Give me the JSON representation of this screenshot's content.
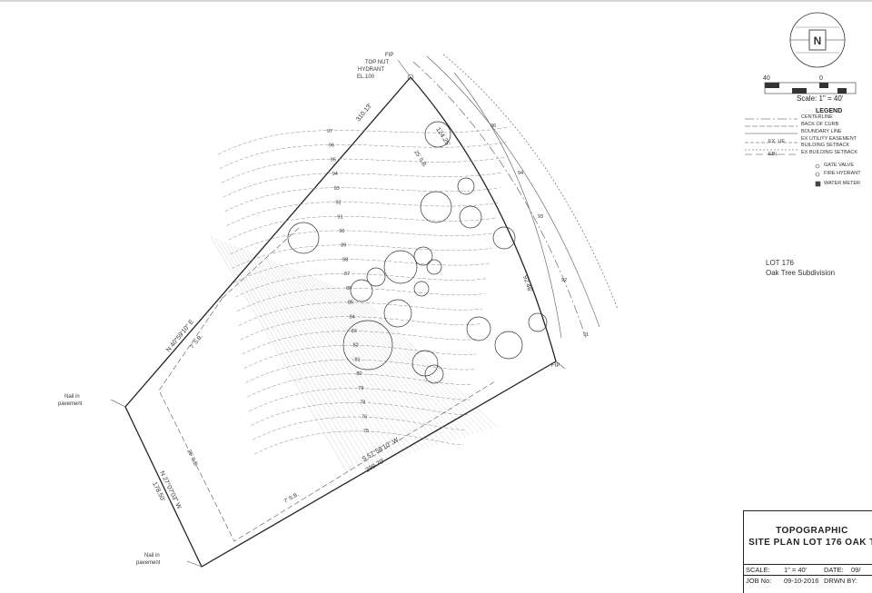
{
  "drawing": {
    "boundary_labels": {
      "north_bearing": "N 40°59'10\" E",
      "north_length": "310.13'",
      "west_bearing": "N 27°07'03\" W",
      "west_length": "178.50'",
      "south_bearing": "S 57°58'10\" W",
      "south_length": "299.70'",
      "arc_length": "124.25'",
      "east_length": "92.46'"
    },
    "annotations": {
      "fip_top": "FIP",
      "hydrant_line1": "TOP NUT",
      "hydrant_line2": "HYDRANT",
      "hydrant_line3": "EL.100",
      "fip_bottom": "FIP",
      "nail_top_line1": "Nail in",
      "nail_top_line2": "pavement",
      "nail_bottom_line1": "Nail in",
      "nail_bottom_line2": "pavement",
      "setback_25_north": "25' S.B.",
      "setback_7_north": "7' S.B.",
      "setback_25_south": "25' S.B.",
      "setback_7_south": "7' S.B."
    },
    "contours": [
      "97",
      "96",
      "95",
      "94",
      "93",
      "92",
      "91",
      "90",
      "89",
      "88",
      "87",
      "86",
      "85",
      "84",
      "83",
      "82",
      "81",
      "80",
      "79",
      "78",
      "76",
      "75"
    ],
    "road_contours": [
      "96",
      "94",
      "93",
      "92",
      "91"
    ]
  },
  "north_arrow": {
    "letter": "N"
  },
  "scale": {
    "left_mark": "40",
    "right_mark": "0",
    "text": "Scale: 1\" = 40'"
  },
  "legend": {
    "title": "LEGEND",
    "items": [
      "CENTERLINE",
      "BACK OF CURB",
      "BOUNDARY LINE",
      "EX UTILITY EASEMENT",
      "BUILDING SETBACK",
      "EX BUILDING SETBACK",
      "GATE VALVE",
      "FIRE HYDRANT",
      "WATER METER"
    ],
    "line_codes": [
      "EX. UE",
      "EX. UE",
      "EBL",
      "EBL"
    ]
  },
  "lot_info": {
    "line1": "LOT 176",
    "line2": "Oak Tree Subdivision"
  },
  "title_block": {
    "line1": "TOPOGRAPHIC",
    "line2": "SITE PLAN LOT 176 OAK T",
    "scale_label": "SCALE:",
    "scale_value": "1\" = 40'",
    "date_label": "DATE:",
    "date_value": "09/",
    "job_label": "JOB No:",
    "job_value": "09-10-2016",
    "drawn_label": "DRWN BY:"
  }
}
